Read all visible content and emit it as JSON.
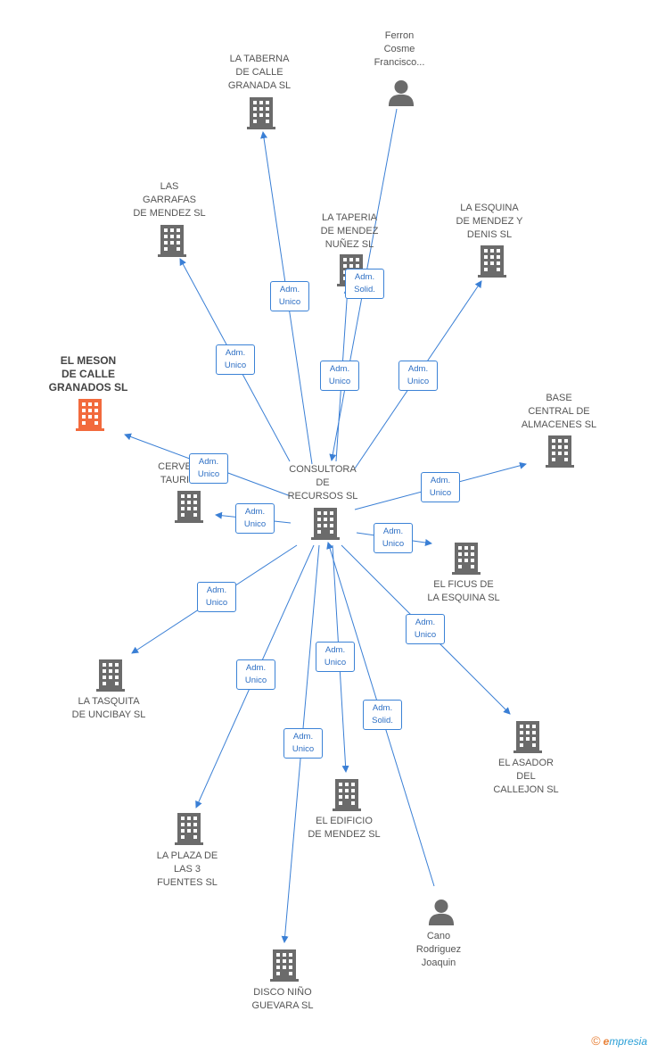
{
  "colors": {
    "edge": "#3a7fd5",
    "company_icon": "#6b6b6b",
    "highlight_icon": "#f26a3d",
    "person_icon": "#6b6b6b",
    "label_text": "#555555"
  },
  "center": {
    "label": "CONSULTORA\nDE\nRECURSOS SL",
    "icon": "building-icon"
  },
  "nodes": [
    {
      "id": "taberna",
      "label": "LA TABERNA\nDE CALLE\nGRANADA SL",
      "icon": "building-icon"
    },
    {
      "id": "ferron",
      "label": "Ferron\nCosme\nFrancisco...",
      "icon": "person-icon"
    },
    {
      "id": "garrafas",
      "label": "LAS\nGARRAFAS\nDE MENDEZ SL",
      "icon": "building-icon"
    },
    {
      "id": "taperia",
      "label": "LA TAPERIA\nDE MENDEZ\nNUÑEZ SL",
      "icon": "building-icon"
    },
    {
      "id": "esquina_denis",
      "label": "LA ESQUINA\nDE MENDEZ Y\nDENIS SL",
      "icon": "building-icon"
    },
    {
      "id": "mesonc",
      "label": "EL MESON\nDE CALLE\nGRANADOS SL",
      "icon": "building-icon",
      "highlight": true
    },
    {
      "id": "base_central",
      "label": "BASE\nCENTRAL DE\nALMACENES SL",
      "icon": "building-icon"
    },
    {
      "id": "cerveceria",
      "label": "CERVE\nTAURI",
      "icon": "building-icon"
    },
    {
      "id": "ficus",
      "label": "EL FICUS DE\nLA ESQUINA SL",
      "icon": "building-icon"
    },
    {
      "id": "tasquita",
      "label": "LA TASQUITA\nDE UNCIBAY SL",
      "icon": "building-icon"
    },
    {
      "id": "asador",
      "label": "EL ASADOR\nDEL\nCALLEJON SL",
      "icon": "building-icon"
    },
    {
      "id": "edificio",
      "label": "EL EDIFICIO\nDE MENDEZ SL",
      "icon": "building-icon"
    },
    {
      "id": "plaza",
      "label": "LA PLAZA DE\nLAS 3\nFUENTES SL",
      "icon": "building-icon"
    },
    {
      "id": "cano",
      "label": "Cano\nRodriguez\nJoaquin",
      "icon": "person-icon"
    },
    {
      "id": "disco",
      "label": "DISCO NIÑO\nGUEVARA SL",
      "icon": "building-icon"
    }
  ],
  "edges": [
    {
      "id": "e_taberna",
      "label": "Adm.\nUnico"
    },
    {
      "id": "e_ferron",
      "label": "Adm.\nSolid."
    },
    {
      "id": "e_garrafas",
      "label": "Adm.\nUnico"
    },
    {
      "id": "e_taperia",
      "label": "Adm.\nUnico"
    },
    {
      "id": "e_esquina",
      "label": "Adm.\nUnico"
    },
    {
      "id": "e_meson",
      "label": "Adm.\nUnico"
    },
    {
      "id": "e_base",
      "label": "Adm.\nUnico"
    },
    {
      "id": "e_cerve",
      "label": "Adm.\nUnico"
    },
    {
      "id": "e_ficus",
      "label": "Adm.\nUnico"
    },
    {
      "id": "e_tasquita",
      "label": "Adm.\nUnico"
    },
    {
      "id": "e_asador",
      "label": "Adm.\nUnico"
    },
    {
      "id": "e_edificio",
      "label": "Adm.\nUnico"
    },
    {
      "id": "e_plaza",
      "label": "Adm.\nUnico"
    },
    {
      "id": "e_cano",
      "label": "Adm.\nSolid."
    },
    {
      "id": "e_disco",
      "label": "Adm.\nUnico"
    }
  ],
  "footer": {
    "copyright": "©",
    "brand_initial": "e",
    "brand_rest": "mpresia"
  }
}
